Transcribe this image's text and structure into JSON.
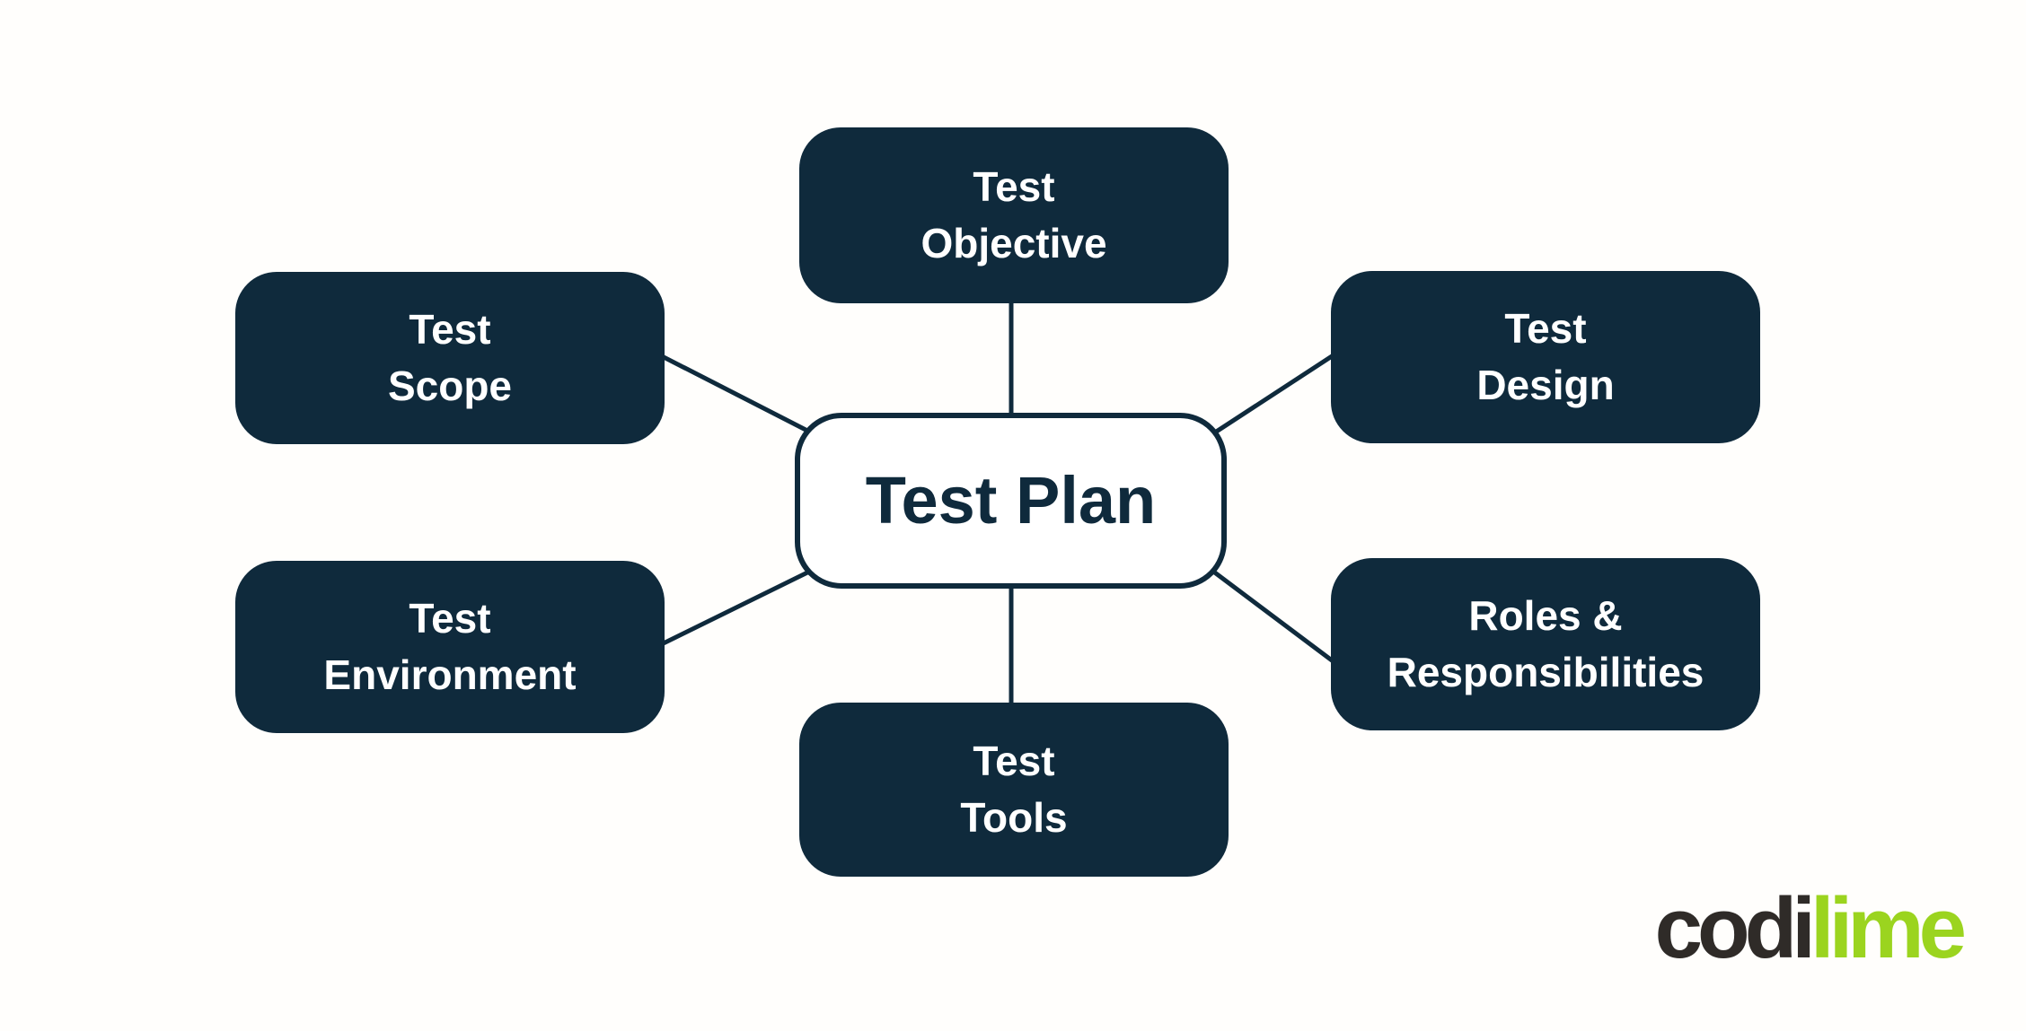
{
  "colors": {
    "navy": "#0f2a3c",
    "node_text": "#ffffff",
    "center_fill": "#ffffff",
    "logo_dark": "#2f2b28",
    "lime": "#9bd41f",
    "background": "#fffefc"
  },
  "diagram": {
    "center": {
      "label": "Test Plan"
    },
    "nodes": [
      {
        "id": "test-objective",
        "line1": "Test",
        "line2": "Objective"
      },
      {
        "id": "test-scope",
        "line1": "Test",
        "line2": "Scope"
      },
      {
        "id": "test-design",
        "line1": "Test",
        "line2": "Design"
      },
      {
        "id": "test-environment",
        "line1": "Test",
        "line2": "Environment"
      },
      {
        "id": "roles-responsibilities",
        "line1": "Roles &",
        "line2": "Responsibilities"
      },
      {
        "id": "test-tools",
        "line1": "Test",
        "line2": "Tools"
      }
    ]
  },
  "logo": {
    "part1": "codi",
    "part2": "lime"
  }
}
